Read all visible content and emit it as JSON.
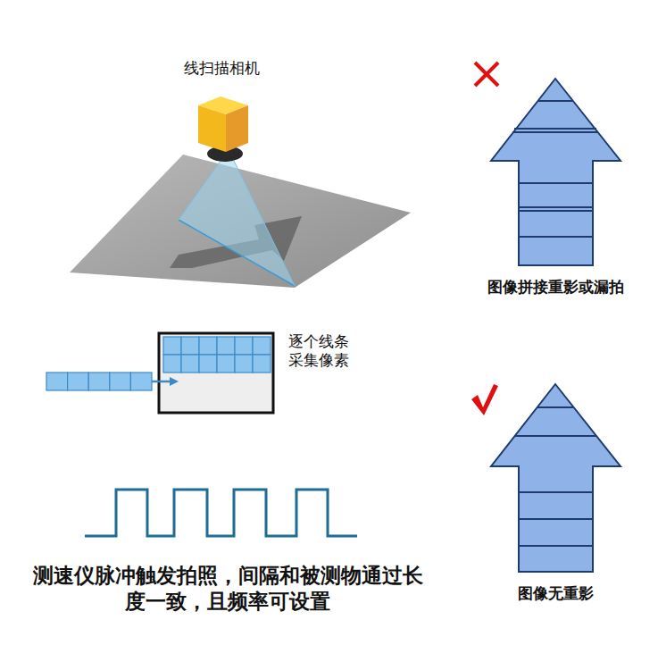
{
  "diagram": {
    "labels": [
      "线扫描相机",
      "逐个线条 采集像素",
      "图像拼接重影或漏拍",
      "图像无重影",
      "测速仪脉冲触发拍照，间隔和被测物通过长度一致，且频率可设置"
    ]
  }
}
